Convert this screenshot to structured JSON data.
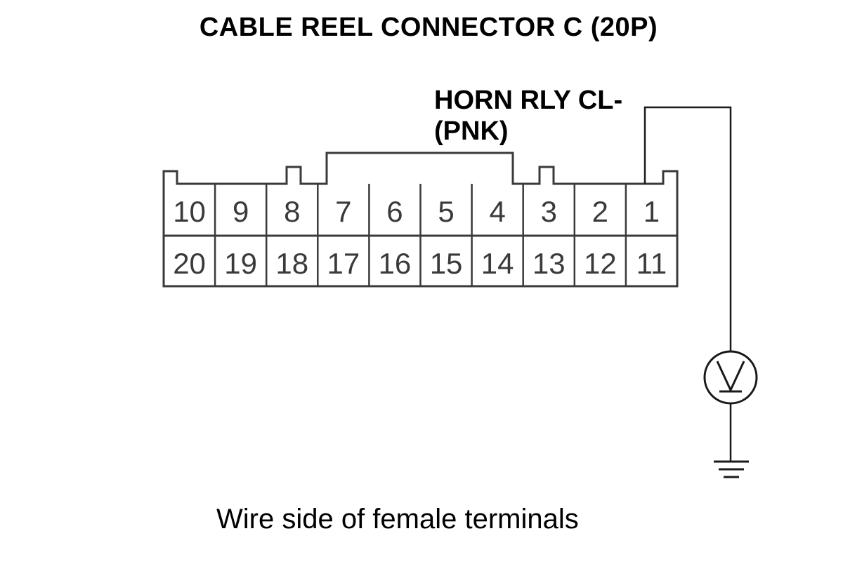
{
  "title": "CABLE REEL CONNECTOR C (20P)",
  "wire_label": {
    "line1": "HORN RLY CL-",
    "line2": "(PNK)"
  },
  "connector": {
    "top_row": [
      "10",
      "9",
      "8",
      "7",
      "6",
      "5",
      "4",
      "3",
      "2",
      "1"
    ],
    "bottom_row": [
      "20",
      "19",
      "18",
      "17",
      "16",
      "15",
      "14",
      "13",
      "12",
      "11"
    ],
    "probed_terminal": "1"
  },
  "meter": {
    "icon": "voltmeter-icon"
  },
  "ground": {
    "icon": "ground-icon"
  },
  "footnote": "Wire side of female terminals"
}
